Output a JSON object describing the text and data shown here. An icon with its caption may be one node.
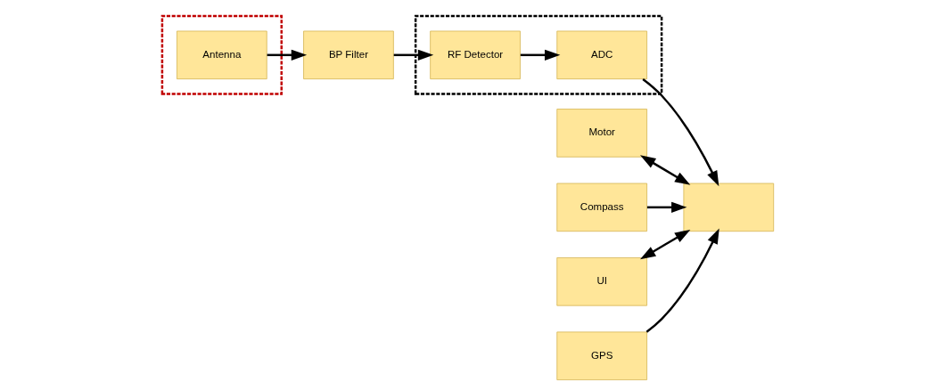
{
  "diagram": {
    "nodes": [
      {
        "text": [],
        "shape": "box"
      },
      {
        "text": [
          "Antenna"
        ],
        "in": 0
      },
      {
        "text": [],
        "shape": "box"
      },
      {
        "text": [
          "BP Filter"
        ]
      },
      {
        "text": [
          "RF Detector"
        ],
        "in": 2
      },
      {
        "text": [
          "ADC"
        ],
        "in": 2
      },
      {
        "text": [
          "Motor"
        ]
      },
      {
        "text": [],
        "shape": "box"
      },
      {
        "text": [
          "Compass"
        ]
      },
      {
        "text": [
          "UI"
        ]
      },
      {
        "text": [
          "GPS"
        ]
      }
    ],
    "edges": [
      {
        "from": 1,
        "to": 3,
        "arrow": "to"
      },
      {
        "from": 3,
        "to": 4,
        "arrow": "to"
      },
      {
        "from": 4,
        "to": 5,
        "arrow": "to"
      },
      {
        "from": 5,
        "to": 7,
        "arrow": "to"
      },
      {
        "from": 6,
        "to": 7,
        "arrow": "both"
      },
      {
        "from": 8,
        "to": 7,
        "arrow": "to"
      },
      {
        "from": 10,
        "to": 7,
        "arrow": "to"
      },
      {
        "from": 9,
        "to": 7,
        "arrow": "both"
      }
    ]
  }
}
